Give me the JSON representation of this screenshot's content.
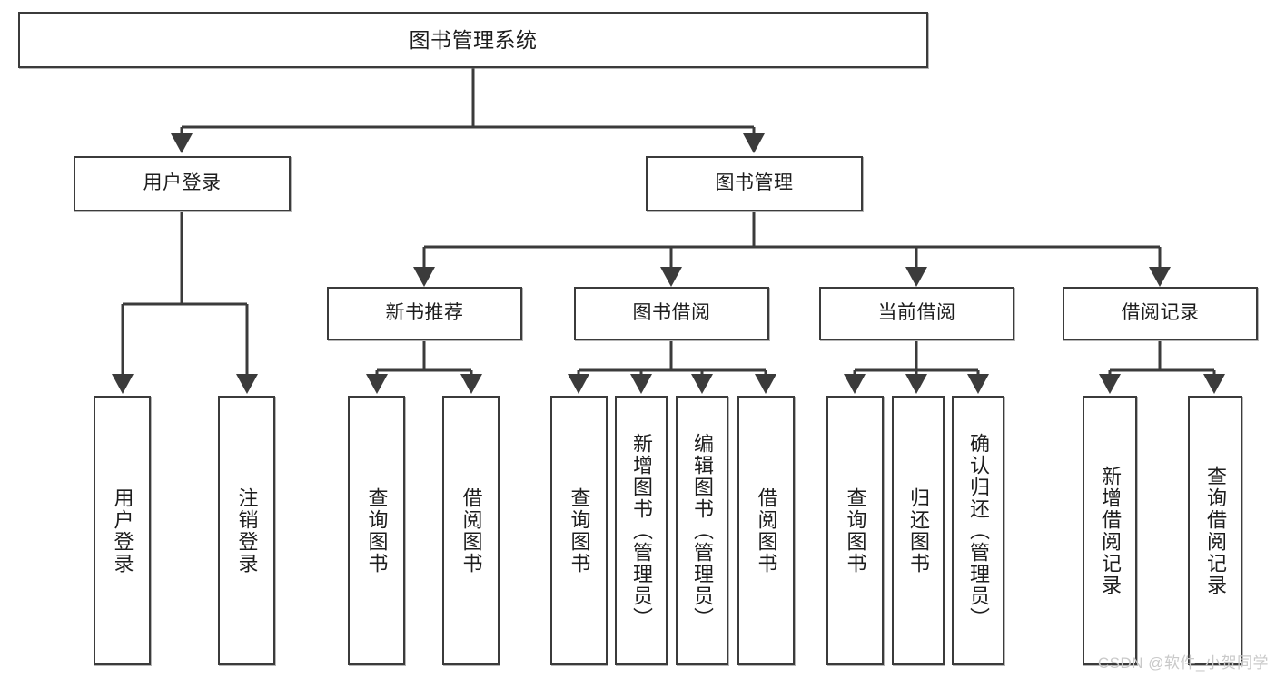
{
  "diagram": {
    "title": "图书管理系统",
    "type": "tree-hierarchy-diagram",
    "line_color": "#3b3b3b",
    "box_fill": "#ffffff",
    "text_color": "#1d1d1d",
    "watermark": "CSDN @软件_小贺同学",
    "levels": {
      "root": {
        "label": "图书管理系统"
      },
      "level2": [
        {
          "label": "用户登录"
        },
        {
          "label": "图书管理"
        }
      ],
      "level3": [
        {
          "label": "新书推荐"
        },
        {
          "label": "图书借阅"
        },
        {
          "label": "当前借阅"
        },
        {
          "label": "借阅记录"
        }
      ],
      "leaves_user_login": [
        {
          "label": "用户登录"
        },
        {
          "label": "注销登录"
        }
      ],
      "leaves_new_book": [
        {
          "label": "查询图书"
        },
        {
          "label": "借阅图书"
        }
      ],
      "leaves_book_borrow": [
        {
          "label": "查询图书"
        },
        {
          "label": "新增图书（管理员）"
        },
        {
          "label": "编辑图书（管理员）"
        },
        {
          "label": "借阅图书"
        }
      ],
      "leaves_current_borrow": [
        {
          "label": "查询图书"
        },
        {
          "label": "归还图书"
        },
        {
          "label": "确认归还（管理员）"
        }
      ],
      "leaves_borrow_record": [
        {
          "label": "新增借阅记录"
        },
        {
          "label": "查询借阅记录"
        }
      ]
    }
  }
}
